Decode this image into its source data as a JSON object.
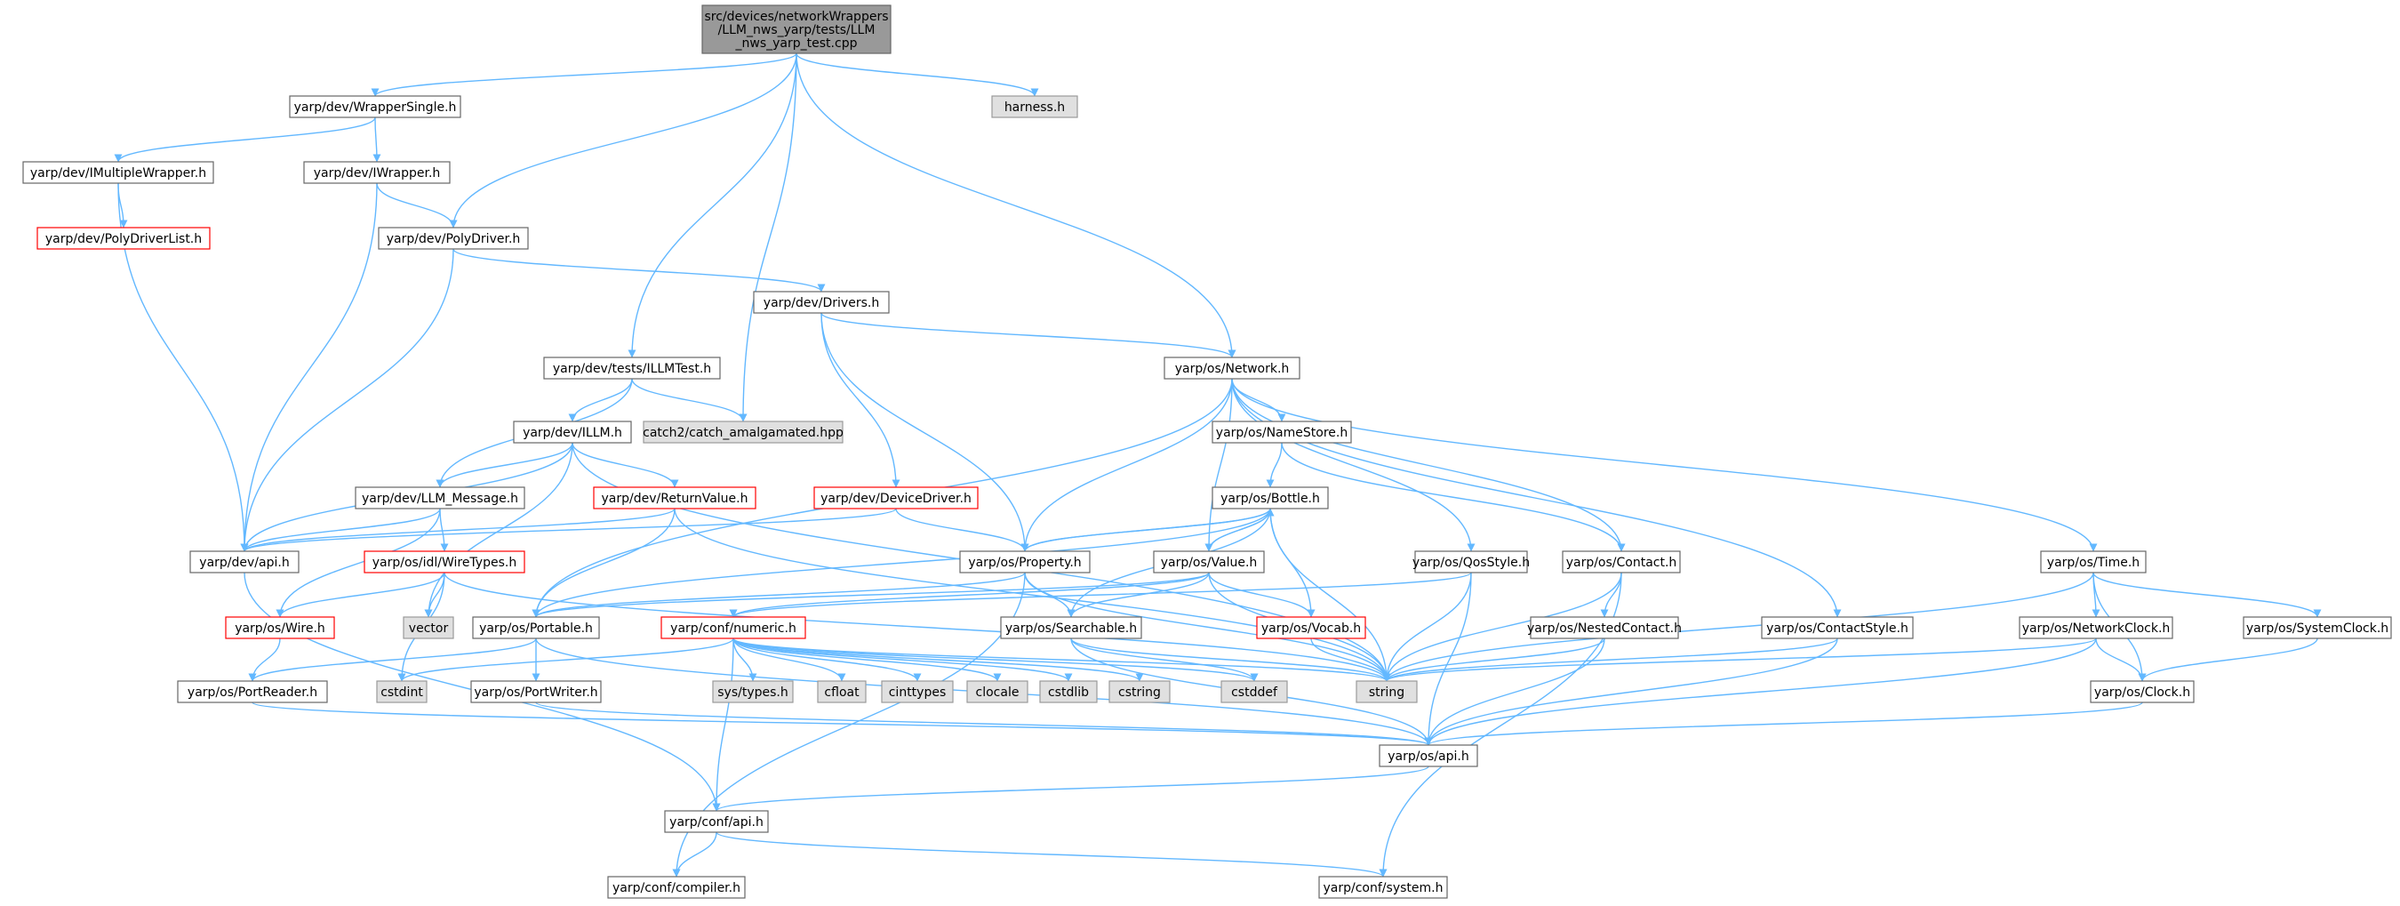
{
  "diagram": {
    "type": "include-dependency-graph",
    "colors": {
      "root_fill": "#999999",
      "normal_fill": "#ffffff",
      "normal_stroke": "#666666",
      "truncated_stroke": "#ff0000",
      "external_fill": "#e0e0e0",
      "external_stroke": "#999999",
      "edge": "#63b8ff",
      "text": "#000000"
    },
    "nodes": [
      {
        "id": "root",
        "label": [
          "src/devices/networkWrappers",
          "/LLM_nws_yarp/tests/LLM",
          "_nws_yarp_test.cpp"
        ],
        "kind": "root"
      },
      {
        "id": "harness",
        "label": [
          "harness.h"
        ],
        "kind": "external"
      },
      {
        "id": "wrappersingle",
        "label": [
          "yarp/dev/WrapperSingle.h"
        ],
        "kind": "normal"
      },
      {
        "id": "imultiplewrapper",
        "label": [
          "yarp/dev/IMultipleWrapper.h"
        ],
        "kind": "normal"
      },
      {
        "id": "iwrapper",
        "label": [
          "yarp/dev/IWrapper.h"
        ],
        "kind": "normal"
      },
      {
        "id": "polydriverlist",
        "label": [
          "yarp/dev/PolyDriverList.h"
        ],
        "kind": "truncated"
      },
      {
        "id": "polydriver",
        "label": [
          "yarp/dev/PolyDriver.h"
        ],
        "kind": "normal"
      },
      {
        "id": "drivers",
        "label": [
          "yarp/dev/Drivers.h"
        ],
        "kind": "normal"
      },
      {
        "id": "illmtest",
        "label": [
          "yarp/dev/tests/ILLMTest.h"
        ],
        "kind": "normal"
      },
      {
        "id": "network",
        "label": [
          "yarp/os/Network.h"
        ],
        "kind": "normal"
      },
      {
        "id": "catch2",
        "label": [
          "catch2/catch_amalgamated.hpp"
        ],
        "kind": "external"
      },
      {
        "id": "illm",
        "label": [
          "yarp/dev/ILLM.h"
        ],
        "kind": "normal"
      },
      {
        "id": "namestore",
        "label": [
          "yarp/os/NameStore.h"
        ],
        "kind": "normal"
      },
      {
        "id": "llmmessage",
        "label": [
          "yarp/dev/LLM_Message.h"
        ],
        "kind": "normal"
      },
      {
        "id": "returnvalue",
        "label": [
          "yarp/dev/ReturnValue.h"
        ],
        "kind": "truncated"
      },
      {
        "id": "devicedriver",
        "label": [
          "yarp/dev/DeviceDriver.h"
        ],
        "kind": "truncated"
      },
      {
        "id": "bottle",
        "label": [
          "yarp/os/Bottle.h"
        ],
        "kind": "normal"
      },
      {
        "id": "devapi",
        "label": [
          "yarp/dev/api.h"
        ],
        "kind": "normal"
      },
      {
        "id": "wiretypes",
        "label": [
          "yarp/os/idl/WireTypes.h"
        ],
        "kind": "truncated"
      },
      {
        "id": "property",
        "label": [
          "yarp/os/Property.h"
        ],
        "kind": "normal"
      },
      {
        "id": "value",
        "label": [
          "yarp/os/Value.h"
        ],
        "kind": "normal"
      },
      {
        "id": "qosstyle",
        "label": [
          "yarp/os/QosStyle.h"
        ],
        "kind": "normal"
      },
      {
        "id": "contact",
        "label": [
          "yarp/os/Contact.h"
        ],
        "kind": "normal"
      },
      {
        "id": "time",
        "label": [
          "yarp/os/Time.h"
        ],
        "kind": "normal"
      },
      {
        "id": "vector",
        "label": [
          "vector"
        ],
        "kind": "external"
      },
      {
        "id": "wire",
        "label": [
          "yarp/os/Wire.h"
        ],
        "kind": "truncated"
      },
      {
        "id": "portable",
        "label": [
          "yarp/os/Portable.h"
        ],
        "kind": "normal"
      },
      {
        "id": "numeric",
        "label": [
          "yarp/conf/numeric.h"
        ],
        "kind": "truncated"
      },
      {
        "id": "searchable",
        "label": [
          "yarp/os/Searchable.h"
        ],
        "kind": "normal"
      },
      {
        "id": "vocab",
        "label": [
          "yarp/os/Vocab.h"
        ],
        "kind": "truncated"
      },
      {
        "id": "nestedcontact",
        "label": [
          "yarp/os/NestedContact.h"
        ],
        "kind": "normal"
      },
      {
        "id": "contactstyle",
        "label": [
          "yarp/os/ContactStyle.h"
        ],
        "kind": "normal"
      },
      {
        "id": "networkclock",
        "label": [
          "yarp/os/NetworkClock.h"
        ],
        "kind": "normal"
      },
      {
        "id": "systemclock",
        "label": [
          "yarp/os/SystemClock.h"
        ],
        "kind": "normal"
      },
      {
        "id": "portreader",
        "label": [
          "yarp/os/PortReader.h"
        ],
        "kind": "normal"
      },
      {
        "id": "cstdint",
        "label": [
          "cstdint"
        ],
        "kind": "external"
      },
      {
        "id": "portwriter",
        "label": [
          "yarp/os/PortWriter.h"
        ],
        "kind": "normal"
      },
      {
        "id": "systypes",
        "label": [
          "sys/types.h"
        ],
        "kind": "external"
      },
      {
        "id": "cfloat",
        "label": [
          "cfloat"
        ],
        "kind": "external"
      },
      {
        "id": "cinttypes",
        "label": [
          "cinttypes"
        ],
        "kind": "external"
      },
      {
        "id": "clocale",
        "label": [
          "clocale"
        ],
        "kind": "external"
      },
      {
        "id": "cstdlib",
        "label": [
          "cstdlib"
        ],
        "kind": "external"
      },
      {
        "id": "cstring",
        "label": [
          "cstring"
        ],
        "kind": "external"
      },
      {
        "id": "cstddef",
        "label": [
          "cstddef"
        ],
        "kind": "external"
      },
      {
        "id": "string",
        "label": [
          "string"
        ],
        "kind": "external"
      },
      {
        "id": "clock",
        "label": [
          "yarp/os/Clock.h"
        ],
        "kind": "normal"
      },
      {
        "id": "osapi",
        "label": [
          "yarp/os/api.h"
        ],
        "kind": "normal"
      },
      {
        "id": "confapi",
        "label": [
          "yarp/conf/api.h"
        ],
        "kind": "normal"
      },
      {
        "id": "compiler",
        "label": [
          "yarp/conf/compiler.h"
        ],
        "kind": "normal"
      },
      {
        "id": "system",
        "label": [
          "yarp/conf/system.h"
        ],
        "kind": "normal"
      }
    ],
    "edges": [
      [
        "root",
        "wrappersingle"
      ],
      [
        "root",
        "polydriver"
      ],
      [
        "root",
        "illmtest"
      ],
      [
        "root",
        "catch2"
      ],
      [
        "root",
        "network"
      ],
      [
        "root",
        "harness"
      ],
      [
        "wrappersingle",
        "imultiplewrapper"
      ],
      [
        "wrappersingle",
        "iwrapper"
      ],
      [
        "imultiplewrapper",
        "polydriverlist"
      ],
      [
        "imultiplewrapper",
        "devapi"
      ],
      [
        "iwrapper",
        "polydriver"
      ],
      [
        "iwrapper",
        "devapi"
      ],
      [
        "polydriver",
        "drivers"
      ],
      [
        "polydriver",
        "devapi"
      ],
      [
        "drivers",
        "network"
      ],
      [
        "drivers",
        "devicedriver"
      ],
      [
        "drivers",
        "property"
      ],
      [
        "illmtest",
        "catch2"
      ],
      [
        "illmtest",
        "illm"
      ],
      [
        "illmtest",
        "llmmessage"
      ],
      [
        "illm",
        "llmmessage"
      ],
      [
        "illm",
        "returnvalue"
      ],
      [
        "illm",
        "devapi"
      ],
      [
        "illm",
        "vector"
      ],
      [
        "illm",
        "string"
      ],
      [
        "llmmessage",
        "devapi"
      ],
      [
        "llmmessage",
        "wiretypes"
      ],
      [
        "llmmessage",
        "wire"
      ],
      [
        "returnvalue",
        "devapi"
      ],
      [
        "returnvalue",
        "portable"
      ],
      [
        "returnvalue",
        "string"
      ],
      [
        "devicedriver",
        "devapi"
      ],
      [
        "devicedriver",
        "property"
      ],
      [
        "network",
        "namestore"
      ],
      [
        "network",
        "value"
      ],
      [
        "network",
        "property"
      ],
      [
        "network",
        "contact"
      ],
      [
        "network",
        "qosstyle"
      ],
      [
        "network",
        "contactstyle"
      ],
      [
        "network",
        "time"
      ],
      [
        "network",
        "portable"
      ],
      [
        "namestore",
        "bottle"
      ],
      [
        "namestore",
        "contact"
      ],
      [
        "bottle",
        "property"
      ],
      [
        "bottle",
        "value"
      ],
      [
        "bottle",
        "portable"
      ],
      [
        "bottle",
        "searchable"
      ],
      [
        "bottle",
        "vocab"
      ],
      [
        "bottle",
        "string"
      ],
      [
        "property",
        "bottle"
      ],
      [
        "property",
        "portable"
      ],
      [
        "property",
        "searchable"
      ],
      [
        "property",
        "string"
      ],
      [
        "property",
        "compiler"
      ],
      [
        "value",
        "bottle"
      ],
      [
        "value",
        "portable"
      ],
      [
        "value",
        "searchable"
      ],
      [
        "value",
        "vocab"
      ],
      [
        "value",
        "string"
      ],
      [
        "value",
        "numeric"
      ],
      [
        "qosstyle",
        "numeric"
      ],
      [
        "qosstyle",
        "string"
      ],
      [
        "qosstyle",
        "osapi"
      ],
      [
        "contact",
        "nestedcontact"
      ],
      [
        "contact",
        "string"
      ],
      [
        "contact",
        "system"
      ],
      [
        "time",
        "networkclock"
      ],
      [
        "time",
        "systemclock"
      ],
      [
        "time",
        "clock"
      ],
      [
        "time",
        "string"
      ],
      [
        "wiretypes",
        "vector"
      ],
      [
        "wiretypes",
        "wire"
      ],
      [
        "wiretypes",
        "cstdint"
      ],
      [
        "wiretypes",
        "string"
      ],
      [
        "wire",
        "portreader"
      ],
      [
        "devapi",
        "confapi"
      ],
      [
        "portable",
        "portreader"
      ],
      [
        "portable",
        "portwriter"
      ],
      [
        "portable",
        "osapi"
      ],
      [
        "numeric",
        "cstdint"
      ],
      [
        "numeric",
        "systypes"
      ],
      [
        "numeric",
        "cfloat"
      ],
      [
        "numeric",
        "cinttypes"
      ],
      [
        "numeric",
        "clocale"
      ],
      [
        "numeric",
        "cstdlib"
      ],
      [
        "numeric",
        "cstring"
      ],
      [
        "numeric",
        "cstddef"
      ],
      [
        "numeric",
        "string"
      ],
      [
        "numeric",
        "confapi"
      ],
      [
        "searchable",
        "cstddef"
      ],
      [
        "searchable",
        "string"
      ],
      [
        "searchable",
        "osapi"
      ],
      [
        "vocab",
        "string"
      ],
      [
        "nestedcontact",
        "string"
      ],
      [
        "nestedcontact",
        "osapi"
      ],
      [
        "contactstyle",
        "string"
      ],
      [
        "contactstyle",
        "osapi"
      ],
      [
        "networkclock",
        "clock"
      ],
      [
        "networkclock",
        "string"
      ],
      [
        "networkclock",
        "osapi"
      ],
      [
        "systemclock",
        "clock"
      ],
      [
        "portreader",
        "osapi"
      ],
      [
        "portwriter",
        "osapi"
      ],
      [
        "clock",
        "osapi"
      ],
      [
        "osapi",
        "confapi"
      ],
      [
        "confapi",
        "compiler"
      ],
      [
        "confapi",
        "system"
      ]
    ]
  }
}
